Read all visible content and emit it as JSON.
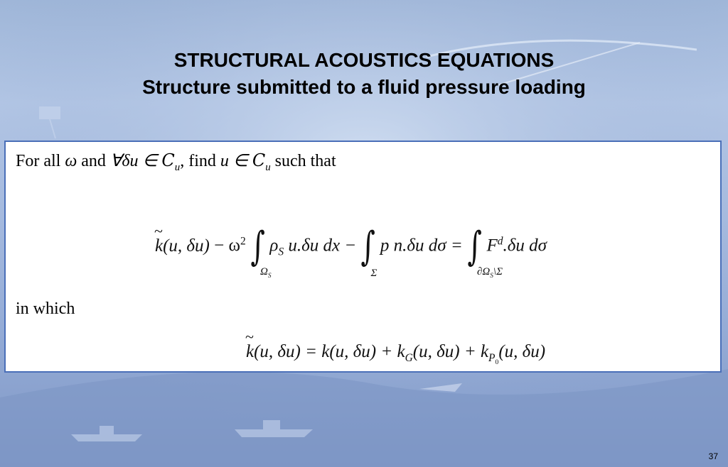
{
  "slide": {
    "title_line1": "STRUCTURAL ACOUSTICS EQUATIONS",
    "title_line2": "Structure submitted to a fluid pressure loading",
    "page_number": "37"
  },
  "content": {
    "intro_for_all": "For all",
    "intro_omega": "ω",
    "intro_and": "and",
    "intro_forall_du": "∀δu ∈ ",
    "intro_C": "C",
    "intro_sub_u": "u",
    "intro_find": ", find",
    "intro_u_in": "u ∈ ",
    "intro_C2": "C",
    "intro_sub_u2": "u",
    "intro_such_that": "such that",
    "eq1_lhs": "k(u, δu)",
    "eq1_minus_omega": " − ω",
    "eq1_omega_exp": "2",
    "eq1_int1_sub": "Ω",
    "eq1_int1_sub_S": "S",
    "eq1_term1": "ρ",
    "eq1_term1_sub": "S",
    "eq1_term1_rest": " u.δu dx −",
    "eq1_int2_sub": "Σ",
    "eq1_term2": "p n.δu dσ  =",
    "eq1_int3_sub": "∂Ω",
    "eq1_int3_sub_S": "S",
    "eq1_int3_sub_rest": "\\Σ",
    "eq1_term3": "F",
    "eq1_term3_sup": "d",
    "eq1_term3_rest": ".δu dσ",
    "in_which": "in which",
    "eq2_lhs": "k(u, δu) = k(u, δu) + k",
    "eq2_sub_G": "G",
    "eq2_mid": "(u, δu) + k",
    "eq2_sub_P": "P",
    "eq2_sub_0": "0",
    "eq2_end": "(u, δu)"
  },
  "colors": {
    "box_border": "#4a6fb8",
    "background": "#a9bde0"
  }
}
